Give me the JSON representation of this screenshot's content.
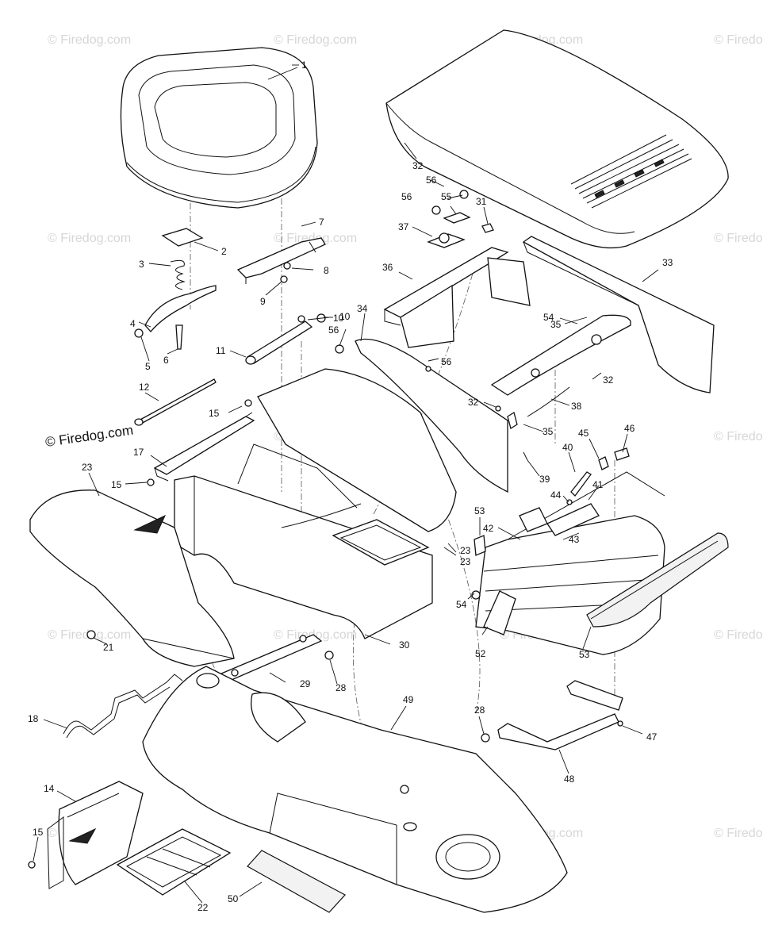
{
  "watermark": "© Firedog.com",
  "parts": {
    "p1": "1",
    "p2": "2",
    "p3": "3",
    "p4": "4",
    "p5": "5",
    "p6": "6",
    "p7": "7",
    "p8": "8",
    "p9": "9",
    "p10a": "10",
    "p10b": "10",
    "p11": "11",
    "p12": "12",
    "p14": "14",
    "p15a": "15",
    "p15b": "15",
    "p15c": "15",
    "p17": "17",
    "p18": "18",
    "p21": "21",
    "p22": "22",
    "p23a": "23",
    "p23b": "23",
    "p23c": "23",
    "p28a": "28",
    "p28b": "28",
    "p29": "29",
    "p30": "30",
    "p31": "31",
    "p32a": "32",
    "p32b": "32",
    "p32c": "32",
    "p33": "33",
    "p34": "34",
    "p35a": "35",
    "p35b": "35",
    "p36": "36",
    "p37": "37",
    "p38": "38",
    "p39": "39",
    "p40": "40",
    "p41": "41",
    "p42": "42",
    "p43": "43",
    "p44": "44",
    "p45": "45",
    "p46": "46",
    "p47": "47",
    "p48": "48",
    "p49": "49",
    "p50": "50",
    "p52": "52",
    "p53a": "53",
    "p53b": "53",
    "p54a": "54",
    "p54b": "54",
    "p55": "55",
    "p56a": "56",
    "p56b": "56",
    "p56c": "56",
    "p56d": "56"
  }
}
